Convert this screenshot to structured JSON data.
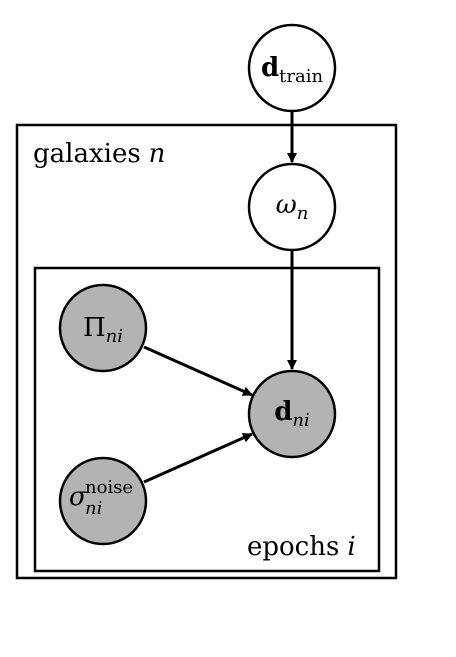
{
  "plates": {
    "outer": {
      "label_word": "galaxies",
      "label_var": "n"
    },
    "inner": {
      "label_word": "epochs",
      "label_var": "i"
    }
  },
  "nodes": {
    "d_train": {
      "main": "d",
      "sub": "train",
      "observed": false
    },
    "omega_n": {
      "main": "ω",
      "sub": "n",
      "observed": false
    },
    "pi_ni": {
      "main": "Π",
      "sub": "ni",
      "observed": true
    },
    "sigma_ni": {
      "main": "σ",
      "sub": "ni",
      "sup": "noise",
      "observed": true
    },
    "d_ni": {
      "main": "d",
      "sub": "ni",
      "observed": true
    }
  },
  "edges": [
    {
      "from": "d_train",
      "to": "omega_n"
    },
    {
      "from": "omega_n",
      "to": "d_ni"
    },
    {
      "from": "pi_ni",
      "to": "d_ni"
    },
    {
      "from": "sigma_ni",
      "to": "d_ni"
    }
  ],
  "colors": {
    "observed_fill": "#b3b3b3",
    "latent_fill": "#ffffff",
    "stroke": "#000000"
  }
}
